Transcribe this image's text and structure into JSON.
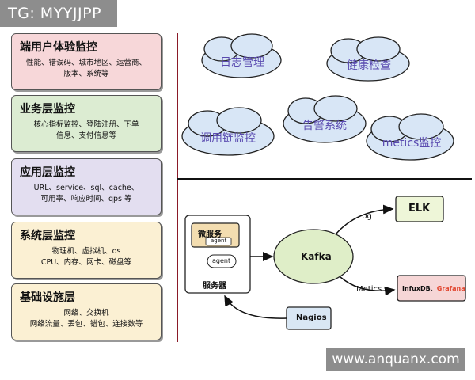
{
  "badge": "TG: MYYJJPP",
  "watermark": "www.anquanx.com",
  "layers": [
    {
      "title": "端用户体验监控",
      "desc": [
        "性能、错误码、城市地区、运营商、",
        "版本、系统等"
      ],
      "bg": "#f7d7d9"
    },
    {
      "title": "业务层监控",
      "desc": [
        "核心指标监控、登陆注册、下单",
        "信息、支付信息等"
      ],
      "bg": "#dcecd2"
    },
    {
      "title": "应用层监控",
      "desc": [
        "URL、service、sql、cache、",
        "可用率、响应时间、qps 等"
      ],
      "bg": "#e3def0"
    },
    {
      "title": "系统层监控",
      "desc": [
        "物理机、虚拟机、os",
        "CPU、内存、网卡、磁盘等"
      ],
      "bg": "#fbf0d3"
    },
    {
      "title": "基础设施层",
      "desc": [
        "网络、交换机",
        "网络流量、丢包、错包、连接数等"
      ],
      "bg": "#fbf0d3"
    }
  ],
  "clouds": {
    "log": "日志管理",
    "health": "健康检查",
    "trace": "调用链监控",
    "alert": "告警系统",
    "metrics": "metics监控"
  },
  "architecture": {
    "microservice": "微服务",
    "agent_small": "agent",
    "agent": "agent",
    "server": "服务器",
    "kafka": "Kafka",
    "log_label": "Log",
    "elk": "ELK",
    "metics_label": "Metics",
    "influx_prefix": "InfuxDB、",
    "grafana": "Grafana",
    "nagios": "Nagios"
  },
  "colors": {
    "kafka_fill": "#dfeec8",
    "elk_fill": "#eef6d8",
    "influx_fill": "#f6d6d6",
    "nagios_fill": "#d9e7f4",
    "micro_fill": "#f3ddb0",
    "cloud_fill": "#d8e6f6",
    "divider": "#8a1a28",
    "grafana": "#e1452e"
  }
}
